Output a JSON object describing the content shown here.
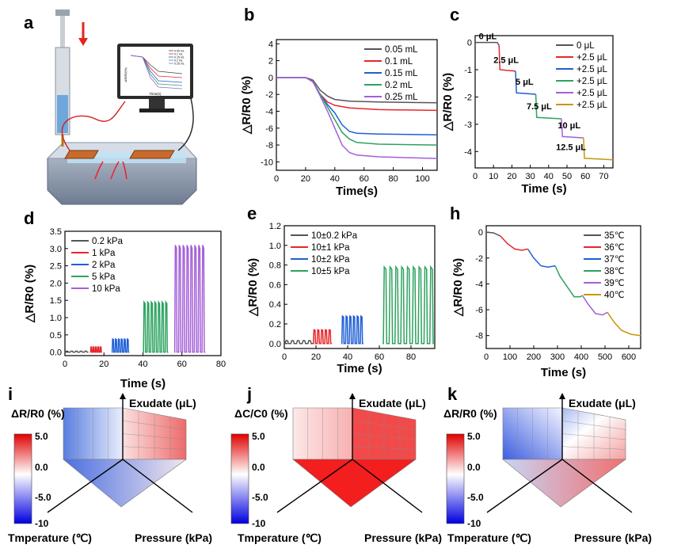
{
  "panels": {
    "a": "a",
    "b": "b",
    "c": "c",
    "d": "d",
    "e": "e",
    "h": "h",
    "i": "i",
    "j": "j",
    "k": "k"
  },
  "monitor_legend": [
    "0.05 mL",
    "0.1 mL",
    "0.15 mL",
    "0.2 mL",
    "0.25 mL"
  ],
  "monitor_xlabel": "Time(s)",
  "monitor_ylabel": "-ΔR/R0(%)",
  "chart_data": [
    {
      "id": "b",
      "type": "line",
      "xlabel": "Time(s)",
      "ylabel": "△R/R0 (%)",
      "xlim": [
        0,
        110
      ],
      "ylim": [
        -11,
        4.5
      ],
      "xticks": [
        0,
        20,
        40,
        60,
        80,
        100
      ],
      "yticks": [
        4,
        2,
        0,
        -2,
        -4,
        -6,
        -8,
        -10
      ],
      "legend": "top-right",
      "series": [
        {
          "name": "0.05 mL",
          "color": "#555555",
          "points": [
            [
              0,
              0
            ],
            [
              20,
              0
            ],
            [
              25,
              -0.3
            ],
            [
              30,
              -1.5
            ],
            [
              35,
              -2.2
            ],
            [
              40,
              -2.6
            ],
            [
              50,
              -2.8
            ],
            [
              70,
              -2.9
            ],
            [
              110,
              -3.0
            ]
          ]
        },
        {
          "name": "0.1 mL",
          "color": "#e8262a",
          "points": [
            [
              0,
              0
            ],
            [
              20,
              0
            ],
            [
              25,
              -0.5
            ],
            [
              30,
              -2
            ],
            [
              35,
              -2.9
            ],
            [
              40,
              -3.3
            ],
            [
              50,
              -3.6
            ],
            [
              70,
              -3.8
            ],
            [
              110,
              -3.9
            ]
          ]
        },
        {
          "name": "0.15 mL",
          "color": "#1f5fd6",
          "points": [
            [
              0,
              0
            ],
            [
              20,
              0
            ],
            [
              25,
              -0.5
            ],
            [
              30,
              -2
            ],
            [
              35,
              -3.2
            ],
            [
              40,
              -4.2
            ],
            [
              45,
              -5.6
            ],
            [
              50,
              -6.4
            ],
            [
              55,
              -6.6
            ],
            [
              70,
              -6.7
            ],
            [
              110,
              -6.8
            ]
          ]
        },
        {
          "name": "0.2 mL",
          "color": "#2ca25f",
          "points": [
            [
              0,
              0
            ],
            [
              20,
              0
            ],
            [
              25,
              -0.5
            ],
            [
              30,
              -2
            ],
            [
              35,
              -3.5
            ],
            [
              40,
              -5
            ],
            [
              45,
              -6.5
            ],
            [
              50,
              -7.3
            ],
            [
              55,
              -7.7
            ],
            [
              70,
              -7.9
            ],
            [
              110,
              -8.0
            ]
          ]
        },
        {
          "name": "0.25 mL",
          "color": "#a35fd8",
          "points": [
            [
              0,
              0
            ],
            [
              20,
              0
            ],
            [
              25,
              -0.5
            ],
            [
              30,
              -2.2
            ],
            [
              35,
              -4
            ],
            [
              40,
              -6
            ],
            [
              45,
              -8
            ],
            [
              50,
              -8.9
            ],
            [
              55,
              -9.2
            ],
            [
              70,
              -9.4
            ],
            [
              110,
              -9.6
            ]
          ]
        }
      ]
    },
    {
      "id": "c",
      "type": "line",
      "xlabel": "Time (s)",
      "ylabel": "△R/R0 (%)",
      "xlim": [
        0,
        75
      ],
      "ylim": [
        -4.6,
        0.25
      ],
      "xticks": [
        0,
        10,
        20,
        30,
        40,
        50,
        60,
        70
      ],
      "yticks": [
        0,
        -1,
        -2,
        -3,
        -4
      ],
      "legend": "top-right",
      "series": [
        {
          "name": "0 μL",
          "color": "#555555",
          "points": [
            [
              0,
              0
            ],
            [
              12,
              0
            ],
            [
              13,
              -0.1
            ]
          ]
        },
        {
          "name": "+2.5 μL",
          "color": "#e8262a",
          "points": [
            [
              13,
              -0.1
            ],
            [
              13.5,
              -1.0
            ],
            [
              22,
              -1.05
            ]
          ]
        },
        {
          "name": "+2.5 μL",
          "color": "#1f5fd6",
          "points": [
            [
              22,
              -1.05
            ],
            [
              22.5,
              -1.85
            ],
            [
              33,
              -1.9
            ]
          ]
        },
        {
          "name": "+2.5 μL",
          "color": "#2ca25f",
          "points": [
            [
              33,
              -1.9
            ],
            [
              33.5,
              -2.75
            ],
            [
              47,
              -2.8
            ]
          ]
        },
        {
          "name": "+2.5 μL",
          "color": "#a35fd8",
          "points": [
            [
              47,
              -2.8
            ],
            [
              47.5,
              -3.45
            ],
            [
              59,
              -3.5
            ]
          ]
        },
        {
          "name": "+2.5 μL",
          "color": "#c8960c",
          "points": [
            [
              59,
              -3.5
            ],
            [
              59.5,
              -4.25
            ],
            [
              75,
              -4.3
            ]
          ]
        }
      ],
      "annotations": [
        "0 μL",
        "2.5 μL",
        "5 μL",
        "7.5 μL",
        "10 μL",
        "12.5 μL"
      ]
    },
    {
      "id": "d",
      "type": "line",
      "xlabel": "Time (s)",
      "ylabel": "△R/R0 (%)",
      "xlim": [
        0,
        80
      ],
      "ylim": [
        -0.1,
        3.5
      ],
      "xticks": [
        0,
        20,
        40,
        60,
        80
      ],
      "yticks": [
        0.0,
        0.5,
        1.0,
        1.5,
        2.0,
        2.5,
        3.0,
        3.5
      ],
      "legend": "top-left",
      "series": [
        {
          "name": "0.2 kPa",
          "color": "#555555",
          "start": 0,
          "end": 12,
          "peak": 0.03,
          "cycles": 5
        },
        {
          "name": "1 kPa",
          "color": "#e8262a",
          "start": 13,
          "end": 19,
          "peak": 0.15,
          "cycles": 5
        },
        {
          "name": "2 kPa",
          "color": "#1f5fd6",
          "start": 24,
          "end": 33,
          "peak": 0.38,
          "cycles": 6
        },
        {
          "name": "5 kPa",
          "color": "#2ca25f",
          "start": 40,
          "end": 53,
          "peak": 1.45,
          "cycles": 7
        },
        {
          "name": "10 kPa",
          "color": "#a35fd8",
          "start": 56,
          "end": 72,
          "peak": 3.1,
          "cycles": 8
        }
      ]
    },
    {
      "id": "e",
      "type": "line",
      "xlabel": "Time (s)",
      "ylabel": "△R/R0 (%)",
      "xlim": [
        0,
        95
      ],
      "ylim": [
        -0.05,
        1.2
      ],
      "xticks": [
        0,
        20,
        40,
        60,
        80
      ],
      "yticks": [
        0.0,
        0.2,
        0.4,
        0.6,
        0.8,
        1.0,
        1.2
      ],
      "legend": "top-left",
      "series": [
        {
          "name": "10±0.2 kPa",
          "color": "#555555",
          "start": 0,
          "end": 18,
          "peak": 0.03,
          "cycles": 5
        },
        {
          "name": "10±1 kPa",
          "color": "#e8262a",
          "start": 18,
          "end": 30,
          "peak": 0.14,
          "cycles": 5
        },
        {
          "name": "10±2 kPa",
          "color": "#1f5fd6",
          "start": 36,
          "end": 50,
          "peak": 0.28,
          "cycles": 6
        },
        {
          "name": "10±5 kPa",
          "color": "#2ca25f",
          "start": 62,
          "end": 95,
          "peak": 0.78,
          "cycles": 9
        }
      ]
    },
    {
      "id": "h",
      "type": "line",
      "xlabel": "Time (s)",
      "ylabel": "△R/R0 (%)",
      "xlim": [
        0,
        650
      ],
      "ylim": [
        -9,
        0.5
      ],
      "xticks": [
        0,
        100,
        200,
        300,
        400,
        500,
        600
      ],
      "yticks": [
        0,
        -2,
        -4,
        -6,
        -8
      ],
      "legend": "top-right",
      "series": [
        {
          "name": "35℃",
          "color": "#555555",
          "points": [
            [
              0,
              0
            ],
            [
              30,
              -0.05
            ],
            [
              60,
              -0.3
            ]
          ]
        },
        {
          "name": "36℃",
          "color": "#e8262a",
          "points": [
            [
              60,
              -0.3
            ],
            [
              90,
              -0.9
            ],
            [
              120,
              -1.3
            ],
            [
              150,
              -1.4
            ],
            [
              175,
              -1.3
            ]
          ]
        },
        {
          "name": "37℃",
          "color": "#1f5fd6",
          "points": [
            [
              175,
              -1.3
            ],
            [
              200,
              -2.0
            ],
            [
              230,
              -2.6
            ],
            [
              260,
              -2.7
            ],
            [
              290,
              -2.6
            ]
          ]
        },
        {
          "name": "38℃",
          "color": "#2ca25f",
          "points": [
            [
              290,
              -2.6
            ],
            [
              310,
              -3.4
            ],
            [
              340,
              -4.2
            ],
            [
              370,
              -5.0
            ],
            [
              395,
              -5.0
            ],
            [
              405,
              -4.9
            ]
          ]
        },
        {
          "name": "39℃",
          "color": "#a35fd8",
          "points": [
            [
              405,
              -4.9
            ],
            [
              430,
              -5.6
            ],
            [
              460,
              -6.3
            ],
            [
              490,
              -6.4
            ],
            [
              510,
              -6.2
            ]
          ]
        },
        {
          "name": "40℃",
          "color": "#c8960c",
          "points": [
            [
              510,
              -6.2
            ],
            [
              540,
              -7.0
            ],
            [
              570,
              -7.6
            ],
            [
              610,
              -7.9
            ],
            [
              650,
              -8.0
            ]
          ]
        }
      ]
    },
    {
      "id": "i",
      "type": "heatmap",
      "colorbar_label": "ΔR/R0 (%)",
      "colorbar_ticks": [
        "5.0",
        "0.0",
        "-5.0",
        "-10"
      ],
      "axes": [
        "Exudate (μL)",
        "Tmperature (℃)",
        "Pressure (kPa)"
      ],
      "faces": {
        "left": "#8aa3e6",
        "right": "#f08080",
        "bottom": "#c9d2ee"
      }
    },
    {
      "id": "j",
      "type": "heatmap",
      "colorbar_label": "ΔC/C0 (%)",
      "colorbar_ticks": [
        "5.0",
        "0.0",
        "-5.0",
        "-10"
      ],
      "axes": [
        "Exudate (μL)",
        "Tmperature (℃)",
        "Pressure (kPa)"
      ],
      "faces": {
        "left": "#f7d0d0",
        "right": "#f03a3a",
        "bottom": "#f22020"
      }
    },
    {
      "id": "k",
      "type": "heatmap",
      "colorbar_label": "ΔR/R0 (%)",
      "colorbar_ticks": [
        "5.0",
        "0.0",
        "-5.0",
        "-10"
      ],
      "axes": [
        "Exudate (μL)",
        "Tmperature (℃)",
        "Pressure (kPa)"
      ],
      "faces": {
        "left": "#7b98e6",
        "right": "#f4c4c4",
        "bottom": "#f0a8a8"
      }
    }
  ]
}
